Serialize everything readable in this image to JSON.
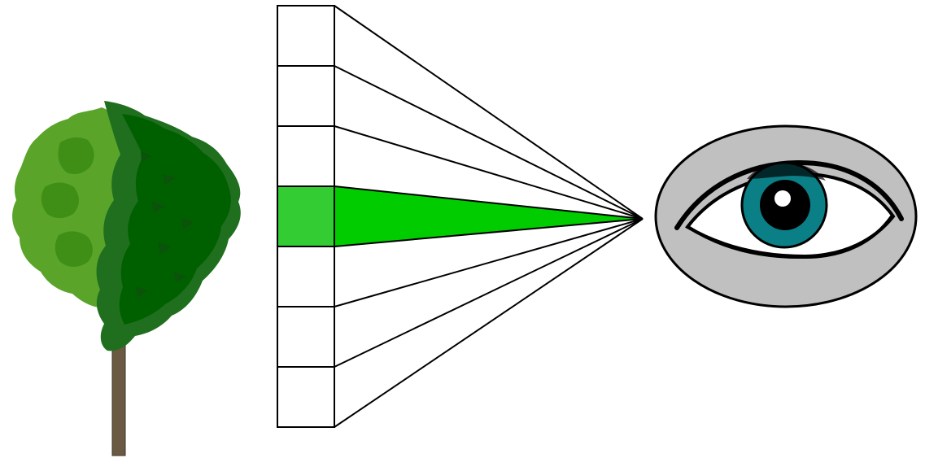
{
  "figure": {
    "type": "perspective-projection-diagram",
    "objects": [
      "tree",
      "picture-plane-grid",
      "eye"
    ]
  },
  "grid": {
    "cell_count": 7,
    "highlighted_cell_index": 3,
    "highlight_fill": "#33cc33",
    "ray_highlight_fill": "#00cc00",
    "outline_color": "#000000"
  },
  "tree": {
    "trunk_color": "#6b5a43",
    "foliage_colors": [
      "#3f8f16",
      "#5aa42a",
      "#006000",
      "#1f6f1f"
    ]
  },
  "eye": {
    "sclera_background": "#c0c0c0",
    "iris_color": "#0b7f86",
    "pupil_color": "#000000",
    "outline_color": "#000000"
  },
  "colors": {
    "background": "#ffffff"
  }
}
